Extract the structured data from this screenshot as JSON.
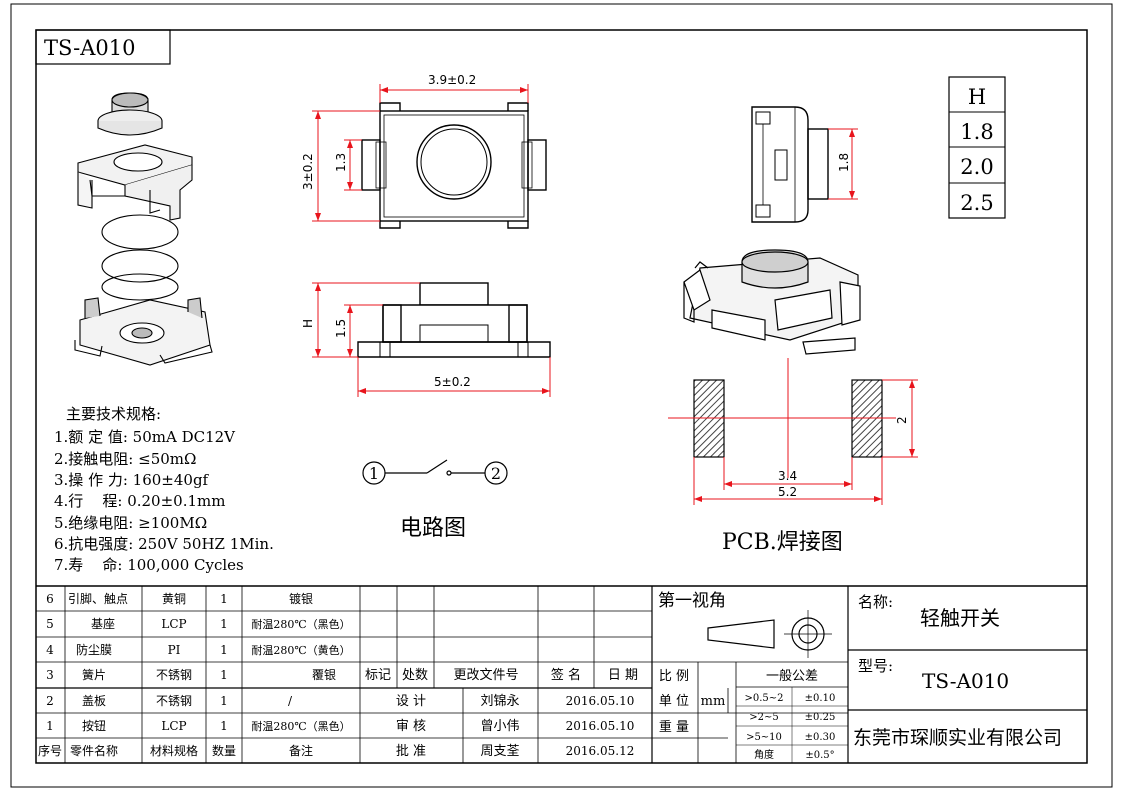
{
  "title_box": "TS-A010",
  "dimensions": {
    "top_width": "3.9±0.2",
    "top_height": "3±0.2",
    "top_inner": "1.3",
    "side_height": "1.8",
    "front_h": "H",
    "front_15": "1.5",
    "front_width": "5±0.2",
    "pcb_gap": "2",
    "pcb_inner": "3.4",
    "pcb_outer": "5.2"
  },
  "h_table": {
    "header": "H",
    "values": [
      "1.8",
      "2.0",
      "2.5"
    ]
  },
  "specs": {
    "title": "主要技术规格:",
    "items": [
      "1.额 定 值: 50mA DC12V",
      "2.接触电阻: ≤50mΩ",
      "3.操 作 力: 160±40gf",
      "4.行    程: 0.20±0.1mm",
      "5.绝缘电阻: ≥100MΩ",
      "6.抗电强度: 250V 50HZ 1Min.",
      "7.寿    命: 100,000 Cycles"
    ]
  },
  "circuit": {
    "node1": "1",
    "node2": "2",
    "label": "电路图"
  },
  "pcb_label": "PCB.焊接图",
  "parts_table": {
    "header": {
      "no": "序号",
      "name": "零件名称",
      "material": "材料规格",
      "qty": "数量",
      "note": "备注"
    },
    "rows": [
      {
        "no": "6",
        "name": "引脚、触点",
        "material": "黄铜",
        "qty": "1",
        "note": "镀银"
      },
      {
        "no": "5",
        "name": "基座",
        "material": "LCP",
        "qty": "1",
        "note": "耐温280℃（黑色）"
      },
      {
        "no": "4",
        "name": "防尘膜",
        "material": "PI",
        "qty": "1",
        "note": "耐温280℃（黄色）"
      },
      {
        "no": "3",
        "name": "簧片",
        "material": "不锈钢",
        "qty": "1",
        "note": "覆银"
      },
      {
        "no": "2",
        "name": "盖板",
        "material": "不锈钢",
        "qty": "1",
        "note": "/"
      },
      {
        "no": "1",
        "name": "按钮",
        "material": "LCP",
        "qty": "1",
        "note": "耐温280℃（黑色）"
      }
    ]
  },
  "revision": {
    "mark": "标记",
    "count": "处数",
    "file": "更改文件号",
    "sign": "签 名",
    "date": "日 期",
    "rows": [
      {
        "role": "设 计",
        "name": "刘锦永",
        "date": "2016.05.10"
      },
      {
        "role": "审 核",
        "name": "曾小伟",
        "date": "2016.05.10"
      },
      {
        "role": "批 准",
        "name": "周支荃",
        "date": "2016.05.12"
      }
    ]
  },
  "projection": {
    "label": "第一视角"
  },
  "scale": {
    "ratio": "比 例",
    "unit_label": "单 位",
    "unit": "mm",
    "weight": "重 量"
  },
  "tolerance": {
    "title": "一般公差",
    "rows": [
      {
        "range": ">0.5~2",
        "tol": "±0.10"
      },
      {
        "range": ">2~5",
        "tol": "±0.25"
      },
      {
        "range": ">5~10",
        "tol": "±0.30"
      },
      {
        "range": "角度",
        "tol": "±0.5°"
      }
    ]
  },
  "title_block": {
    "name_label": "名称:",
    "name": "轻触开关",
    "model_label": "型号:",
    "model": "TS-A010",
    "company": "东莞市琛顺实业有限公司"
  },
  "colors": {
    "line": "#000000",
    "dim": "#e8141c",
    "hatch": "#555555"
  }
}
